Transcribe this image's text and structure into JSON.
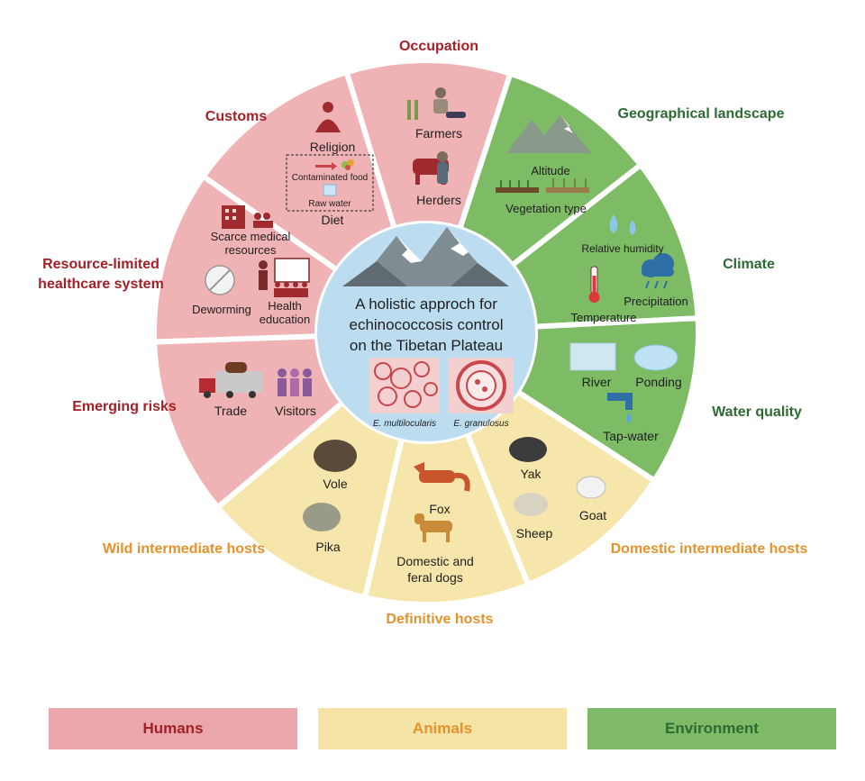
{
  "center": {
    "title_lines": [
      "A holistic approch for",
      "echinococcosis control",
      "on the Tibetan Plateau"
    ],
    "species_left": "E. multilocularis",
    "species_right": "E. granulosus"
  },
  "categories": {
    "occupation": "Occupation",
    "geographical_landscape": "Geographical landscape",
    "climate": "Climate",
    "water_quality": "Water quality",
    "domestic_intermediate_hosts": "Domestic intermediate hosts",
    "definitive_hosts": "Definitive hosts",
    "wild_intermediate_hosts": "Wild intermediate hosts",
    "emerging_risks": "Emerging risks",
    "healthcare_line1": "Resource-limited",
    "healthcare_line2": "healthcare system",
    "customs": "Customs"
  },
  "items": {
    "farmers": "Farmers",
    "herders": "Herders",
    "altitude": "Altitude",
    "vegetation_type": "Vegetation type",
    "relative_humidity": "Relative humidity",
    "precipitation": "Precipitation",
    "temperature": "Temperature",
    "river": "River",
    "ponding": "Ponding",
    "tap_water": "Tap-water",
    "yak": "Yak",
    "goat": "Goat",
    "sheep": "Sheep",
    "fox": "Fox",
    "dogs_line1": "Domestic and",
    "dogs_line2": "feral dogs",
    "vole": "Vole",
    "pika": "Pika",
    "trade": "Trade",
    "visitors": "Visitors",
    "scarce_line1": "Scarce medical",
    "scarce_line2": "resources",
    "deworming": "Deworming",
    "health_line1": "Health",
    "health_line2": "education",
    "religion": "Religion",
    "contaminated_food": "Contaminated food",
    "raw_water": "Raw water",
    "diet": "Diet"
  },
  "legend": {
    "humans": "Humans",
    "animals": "Animals",
    "environment": "Environment"
  },
  "colors": {
    "humans_fill": "#efb2b5",
    "humans_text": "#a32027",
    "animals_fill": "#f6e6ab",
    "animals_text": "#e6922c",
    "environment_fill": "#7dbb64",
    "environment_text": "#2e6a33",
    "center_fill": "#bcdcf0"
  }
}
